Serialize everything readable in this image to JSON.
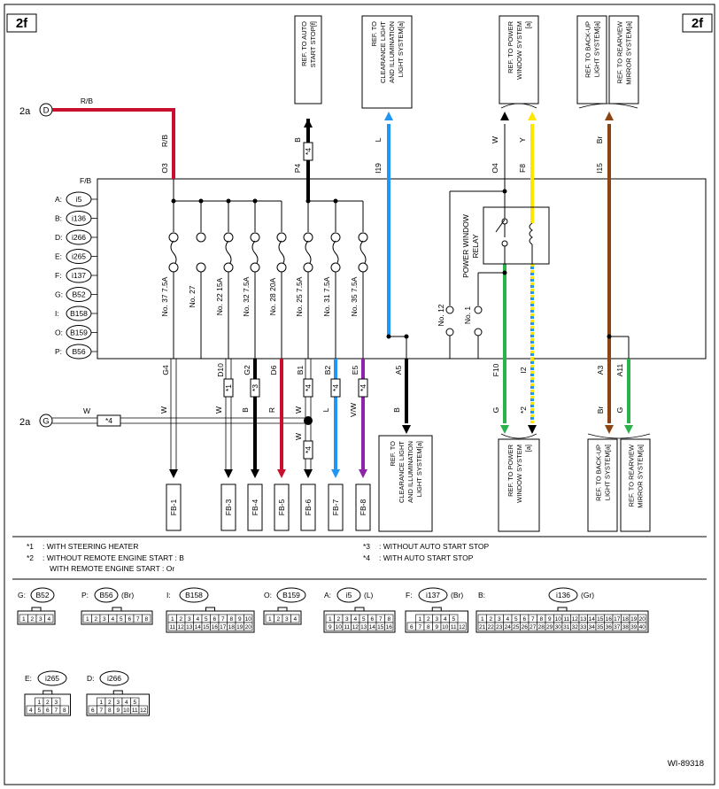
{
  "page": {
    "tag_left": "2f",
    "tag_right": "2f",
    "figure_id": "WI-89318"
  },
  "colors": {
    "red": "#c8102e",
    "brown": "#8b4513",
    "blue": "#2196f3",
    "yellow": "#ffe600",
    "green": "#2bb24c",
    "purple": "#8e24aa",
    "black": "#000000"
  },
  "ref_top": [
    {
      "text": "REF. TO AUTO START STOP[f]",
      "lines": [
        "REF. TO AUTO",
        "START STOP[f]"
      ]
    },
    {
      "text": "REF. TO CLEARANCE LIGHT AND ILLUMINATION LIGHT SYSTEM[a]",
      "lines": [
        "REF. TO",
        "CLEARANCE LIGHT",
        "AND ILLUMINATION",
        "LIGHT SYSTEM[a]"
      ]
    },
    {
      "text": "REF. TO POWER WINDOW SYSTEM [a]",
      "lines": [
        "REF. TO POWER",
        "WINDOW SYSTEM",
        "[a]"
      ]
    },
    {
      "text": "REF. TO BACK-UP LIGHT SYSTEM[a]",
      "lines": [
        "REF. TO BACK-UP",
        "LIGHT SYSTEM[a]"
      ]
    },
    {
      "text": "REF. TO REARVIEW MIRROR SYSTEM[a]",
      "lines": [
        "REF. TO REARVIEW",
        "MIRROR SYSTEM[a]"
      ]
    }
  ],
  "ref_bottom": [
    {
      "text": "REF. TO CLEARANCE LIGHT AND ILLUMINATION LIGHT SYSTEM[a]",
      "lines": [
        "REF. TO",
        "CLEARANCE LIGHT",
        "AND ILLUMINATION",
        "LIGHT SYSTEM[a]"
      ]
    },
    {
      "text": "REF. TO POWER WINDOW SYSTEM [a]",
      "lines": [
        "REF. TO POWER",
        "WINDOW SYSTEM",
        "[a]"
      ]
    },
    {
      "text": "REF. TO BACK-UP LIGHT SYSTEM[a]",
      "lines": [
        "REF. TO BACK-UP",
        "LIGHT SYSTEM[a]"
      ]
    },
    {
      "text": "REF. TO REARVIEW MIRROR SYSTEM[a]",
      "lines": [
        "REF. TO REARVIEW",
        "MIRROR SYSTEM[a]"
      ]
    }
  ],
  "connectors_left": [
    {
      "prefix": "A:",
      "name": "i5"
    },
    {
      "prefix": "B:",
      "name": "i136"
    },
    {
      "prefix": "D:",
      "name": "i266"
    },
    {
      "prefix": "E:",
      "name": "i265"
    },
    {
      "prefix": "F:",
      "name": "i137"
    },
    {
      "prefix": "G:",
      "name": "B52"
    },
    {
      "prefix": "I:",
      "name": "B158"
    },
    {
      "prefix": "O:",
      "name": "B159"
    },
    {
      "prefix": "P:",
      "name": "B56"
    }
  ],
  "fb_label": "F/B",
  "inputs": [
    {
      "ref": "2a",
      "circle": "D",
      "wire_color": "R/B",
      "terminal": "O3"
    },
    {
      "ref": "2a",
      "circle": "G",
      "wire_color": "W"
    }
  ],
  "top_terminals": [
    {
      "pin": "P4",
      "color": "B",
      "note": "*4"
    },
    {
      "pin": "I19",
      "color": "L"
    },
    {
      "pin": "O4",
      "color": "W"
    },
    {
      "pin": "F8",
      "color": "Y"
    },
    {
      "pin": "I15",
      "color": "Br"
    }
  ],
  "fuses": [
    {
      "label": "No. 37  7.5A"
    },
    {
      "label": "No. 27"
    },
    {
      "label": "No. 22  15A"
    },
    {
      "label": "No. 32  7.5A"
    },
    {
      "label": "No. 28  20A"
    },
    {
      "label": "No. 25  7.5A"
    },
    {
      "label": "No. 31  7.5A"
    },
    {
      "label": "No. 35  7.5A"
    }
  ],
  "relay": {
    "label_lines": [
      "POWER WINDOW",
      "RELAY"
    ],
    "switch_labels": [
      "No. 12",
      "No. 1"
    ]
  },
  "bottom_terminals": [
    {
      "pin": "G4",
      "color": "W",
      "dest": "FB-1"
    },
    {
      "pin": "D10",
      "color": "W",
      "note": "*1",
      "dest": "FB-3"
    },
    {
      "pin": "G2",
      "color": "B",
      "note": "*3",
      "dest": "FB-4"
    },
    {
      "pin": "D6",
      "color": "R",
      "dest": "FB-5"
    },
    {
      "pin": "B1",
      "color": "W",
      "note": "*4",
      "color2": "W",
      "note2": "*4",
      "dest": "FB-6"
    },
    {
      "pin": "B2",
      "color": "L",
      "note": "*4",
      "dest": "FB-7"
    },
    {
      "pin": "E5",
      "color": "V/W",
      "note": "*4",
      "dest": "FB-8"
    },
    {
      "pin": "A5",
      "color": "B"
    },
    {
      "pin": "F10",
      "color": "G"
    },
    {
      "pin": "I2",
      "color": "*2"
    },
    {
      "pin": "A3",
      "color": "Br"
    },
    {
      "pin": "A11",
      "color": "G"
    }
  ],
  "input_g_note": "*4",
  "notes": [
    {
      "key": "*1",
      "text": ": WITH STEERING HEATER"
    },
    {
      "key": "*2",
      "text": ": WITHOUT REMOTE ENGINE START  : B"
    },
    {
      "key": "",
      "text": "WITH REMOTE ENGINE START  : Or"
    },
    {
      "key": "*3",
      "text": ": WITHOUT AUTO START STOP"
    },
    {
      "key": "*4",
      "text": ": WITH AUTO START STOP"
    }
  ],
  "connector_legend": [
    {
      "prefix": "G:",
      "name": "B52",
      "color": "",
      "rows": [
        [
          "1",
          "2",
          "3",
          "4"
        ]
      ]
    },
    {
      "prefix": "P:",
      "name": "B56",
      "color": "(Br)",
      "rows": [
        [
          "1",
          "2",
          "3",
          "4",
          "5",
          "6",
          "7",
          "8"
        ]
      ]
    },
    {
      "prefix": "I:",
      "name": "B158",
      "color": "",
      "rows": [
        [
          "1",
          "2",
          "3",
          "4",
          "5",
          "6",
          "7",
          "8",
          "9",
          "10"
        ],
        [
          "11",
          "12",
          "13",
          "14",
          "15",
          "16",
          "17",
          "18",
          "19",
          "20"
        ]
      ]
    },
    {
      "prefix": "O:",
      "name": "B159",
      "color": "",
      "rows": [
        [
          "1",
          "2",
          "3",
          "4"
        ]
      ]
    },
    {
      "prefix": "A:",
      "name": "i5",
      "color": "(L)",
      "rows": [
        [
          "1",
          "2",
          "3",
          "4",
          "5",
          "6",
          "7",
          "8"
        ],
        [
          "9",
          "10",
          "11",
          "12",
          "13",
          "14",
          "15",
          "16"
        ]
      ]
    },
    {
      "prefix": "F:",
      "name": "i137",
      "color": "(Br)",
      "rows": [
        [
          "1",
          "2",
          "3",
          "4",
          "5"
        ],
        [
          "6",
          "7",
          "8",
          "9",
          "10",
          "11",
          "12"
        ]
      ]
    },
    {
      "prefix": "B:",
      "name": "i136",
      "color": "(Gr)",
      "rows": [
        [
          "1",
          "2",
          "3",
          "4",
          "5",
          "6",
          "7",
          "8",
          "9",
          "10",
          "11",
          "12",
          "13",
          "14",
          "15",
          "16",
          "17",
          "18",
          "19",
          "20"
        ],
        [
          "21",
          "22",
          "23",
          "24",
          "25",
          "26",
          "27",
          "28",
          "29",
          "30",
          "31",
          "32",
          "33",
          "34",
          "35",
          "36",
          "37",
          "38",
          "39",
          "40"
        ]
      ]
    },
    {
      "prefix": "E:",
      "name": "i265",
      "color": "",
      "rows": [
        [
          "1",
          "2",
          "3"
        ],
        [
          "4",
          "5",
          "6",
          "7",
          "8"
        ]
      ]
    },
    {
      "prefix": "D:",
      "name": "i266",
      "color": "",
      "rows": [
        [
          "1",
          "2",
          "3",
          "4",
          "5"
        ],
        [
          "6",
          "7",
          "8",
          "9",
          "10",
          "11",
          "12"
        ]
      ]
    }
  ]
}
